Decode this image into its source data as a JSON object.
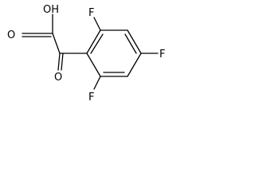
{
  "molecule": {
    "labels": {
      "hydroxyl": "OH",
      "carboxyl_oxygen": "O",
      "keto_oxygen": "O",
      "fluorine_top": "F",
      "fluorine_right": "F",
      "fluorine_bottom": "F"
    }
  }
}
